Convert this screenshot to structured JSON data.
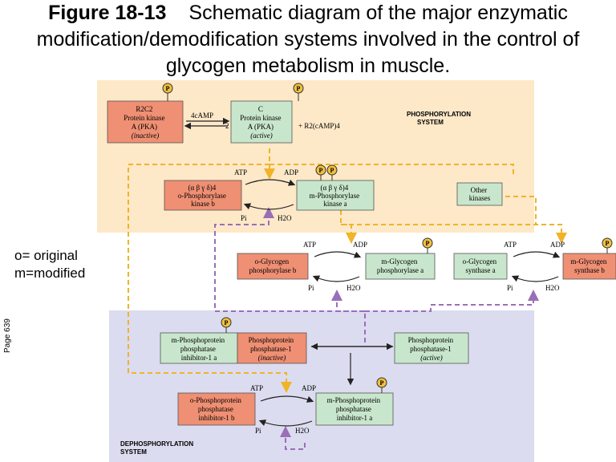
{
  "title": {
    "figure_label": "Figure 18-13",
    "caption": "Schematic diagram of the major enzymatic modification/demodification systems involved in the control of glycogen metabolism in muscle."
  },
  "note": {
    "line1": "o= original",
    "line2": "m=modified"
  },
  "page_label": "Page 639",
  "systems": {
    "phosphorylation": {
      "line1": "PHOSPHORYLATION",
      "line2": "SYSTEM"
    },
    "dephosphorylation": {
      "line1": "DEPHOSPHORYLATION",
      "line2": "SYSTEM"
    }
  },
  "boxes": {
    "pka_inactive": [
      "R2C2",
      "Protein kinase",
      "A (PKA)",
      "(inactive)"
    ],
    "pka_active": [
      "C",
      "Protein kinase",
      "A (PKA)",
      "(active)"
    ],
    "phk_b": [
      "(α β γ δ)4",
      "o-Phosphorylase",
      "kinase b"
    ],
    "phk_a": [
      "(α β γ δ)4",
      "m-Phosphorylase",
      "kinase a"
    ],
    "other_kinases": [
      "Other",
      "kinases"
    ],
    "gp_b": [
      "o-Glycogen",
      "phosphorylase b"
    ],
    "gp_a": [
      "m-Glycogen",
      "phosphorylase a"
    ],
    "gs_a": [
      "o-Glycogen",
      "synthase a"
    ],
    "gs_b": [
      "m-Glycogen",
      "synthase b"
    ],
    "inh1_a_top": [
      "m-Phosphoprotein",
      "phosphatase",
      "inhibitor-1 a"
    ],
    "pp1_inactive": [
      "Phosphoprotein",
      "phosphatase-1",
      "(inactive)"
    ],
    "pp1_active": [
      "Phosphoprotein",
      "phosphatase-1",
      "(active)"
    ],
    "inh1_b": [
      "o-Phosphoprotein",
      "phosphatase",
      "inhibitor-1 b"
    ],
    "inh1_a_bottom": [
      "m-Phosphoprotein",
      "phosphatase",
      "inhibitor-1 a"
    ]
  },
  "labels": {
    "camp": "4cAMP",
    "coef2": "2",
    "r2camp": "+ R2(cAMP)4",
    "atp": "ATP",
    "adp": "ADP",
    "pi": "Pi",
    "h2o": "H2O",
    "p": "P"
  },
  "colors": {
    "phos_bg": "#fde8c8",
    "dephos_bg": "#dcdcf0",
    "inactive_box": "#ef8f73",
    "active_box": "#c8e6cc",
    "p_badge": "#f0c040",
    "kinase_arrow": "#f0b428",
    "phosphatase_arrow": "#9a6fb8"
  }
}
